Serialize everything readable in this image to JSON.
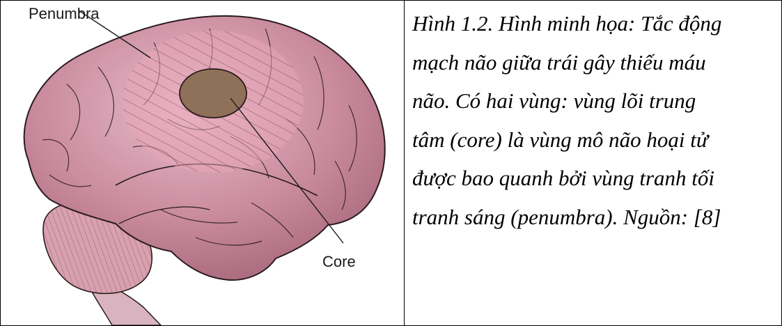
{
  "figure": {
    "labels": {
      "penumbra": "Penumbra",
      "core": "Core"
    },
    "colors": {
      "brain": "#c98a9d",
      "brain_light": "#e3b7c4",
      "cerebellum": "#d8a1b0",
      "penumbra_fill": "#e8a6b6",
      "core_fill": "#8f7159",
      "outline": "#2a1a1e"
    }
  },
  "caption": {
    "lines": [
      "Hình 1.2. Hình minh họa: Tắc động",
      "mạch não giữa trái gây thiếu máu",
      "não. Có hai vùng: vùng lõi trung",
      "tâm (core) là vùng mô não hoại tử",
      "được bao quanh bởi vùng tranh tối",
      "tranh sáng (penumbra). Nguồn: [8]"
    ]
  }
}
